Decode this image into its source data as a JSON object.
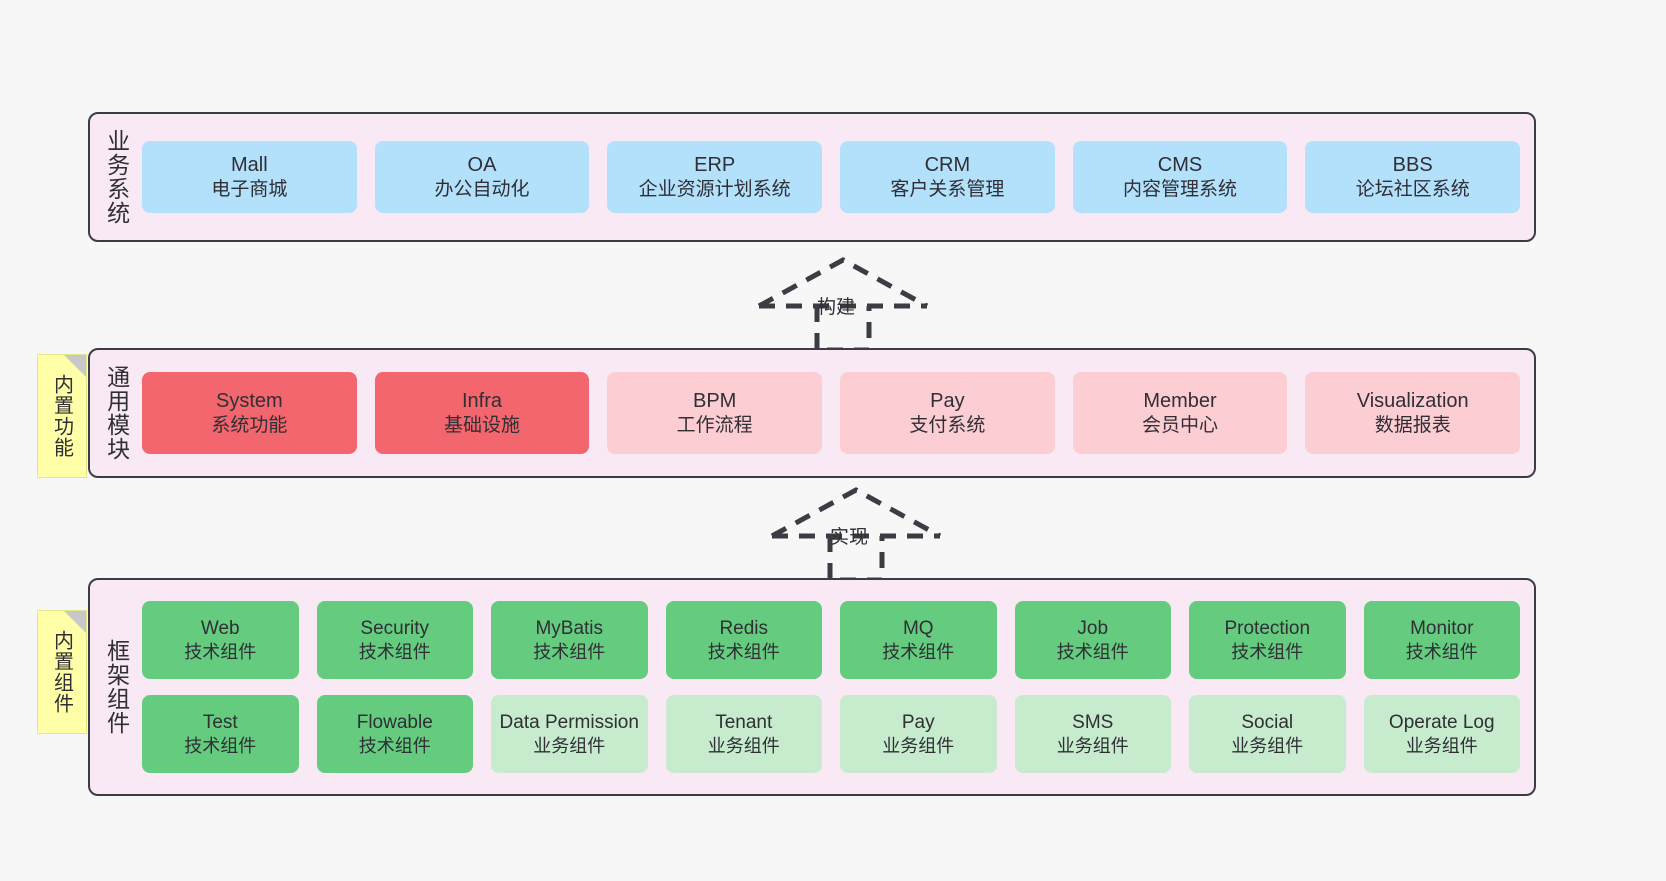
{
  "diagram": {
    "background_color": "#f7f7f7",
    "panel_color": "#f8e9f4",
    "panel_border_color": "#3c3c44",
    "note_color": "#ffffa8"
  },
  "layers": [
    {
      "id": "business",
      "title": "业务系统",
      "rows": [
        {
          "cells": [
            {
              "en": "Mall",
              "cn": "电子商城",
              "color": "#b3e0fb"
            },
            {
              "en": "OA",
              "cn": "办公自动化",
              "color": "#b3e0fb"
            },
            {
              "en": "ERP",
              "cn": "企业资源计划系统",
              "color": "#b3e0fb"
            },
            {
              "en": "CRM",
              "cn": "客户关系管理",
              "color": "#b3e0fb"
            },
            {
              "en": "CMS",
              "cn": "内容管理系统",
              "color": "#b3e0fb"
            },
            {
              "en": "BBS",
              "cn": "论坛社区系统",
              "color": "#b3e0fb"
            }
          ]
        }
      ]
    },
    {
      "id": "module",
      "title": "通用模块",
      "note": "内置功能",
      "rows": [
        {
          "cells": [
            {
              "en": "System",
              "cn": "系统功能",
              "color": "#f4666e"
            },
            {
              "en": "Infra",
              "cn": "基础设施",
              "color": "#f4666e"
            },
            {
              "en": "BPM",
              "cn": "工作流程",
              "color": "#fccdd3"
            },
            {
              "en": "Pay",
              "cn": "支付系统",
              "color": "#fccdd3"
            },
            {
              "en": "Member",
              "cn": "会员中心",
              "color": "#fccdd3"
            },
            {
              "en": "Visualization",
              "cn": "数据报表",
              "color": "#fccdd3"
            }
          ]
        }
      ]
    },
    {
      "id": "framework",
      "title": "框架组件",
      "note": "内置组件",
      "rows": [
        {
          "cells": [
            {
              "en": "Web",
              "cn": "技术组件",
              "color": "#64cb7f"
            },
            {
              "en": "Security",
              "cn": "技术组件",
              "color": "#64cb7f"
            },
            {
              "en": "MyBatis",
              "cn": "技术组件",
              "color": "#64cb7f"
            },
            {
              "en": "Redis",
              "cn": "技术组件",
              "color": "#64cb7f"
            },
            {
              "en": "MQ",
              "cn": "技术组件",
              "color": "#64cb7f"
            },
            {
              "en": "Job",
              "cn": "技术组件",
              "color": "#64cb7f"
            },
            {
              "en": "Protection",
              "cn": "技术组件",
              "color": "#64cb7f"
            },
            {
              "en": "Monitor",
              "cn": "技术组件",
              "color": "#64cb7f"
            }
          ]
        },
        {
          "cells": [
            {
              "en": "Test",
              "cn": "技术组件",
              "color": "#64cb7f"
            },
            {
              "en": "Flowable",
              "cn": "技术组件",
              "color": "#64cb7f"
            },
            {
              "en": "Data Permission",
              "cn": "业务组件",
              "color": "#c6ebcd"
            },
            {
              "en": "Tenant",
              "cn": "业务组件",
              "color": "#c6ebcd"
            },
            {
              "en": "Pay",
              "cn": "业务组件",
              "color": "#c6ebcd"
            },
            {
              "en": "SMS",
              "cn": "业务组件",
              "color": "#c6ebcd"
            },
            {
              "en": "Social",
              "cn": "业务组件",
              "color": "#c6ebcd"
            },
            {
              "en": "Operate Log",
              "cn": "业务组件",
              "color": "#c6ebcd"
            }
          ]
        }
      ]
    }
  ],
  "arrows": [
    {
      "id": "build",
      "label": "构建",
      "from": "module",
      "to": "business"
    },
    {
      "id": "impl",
      "label": "实现",
      "from": "framework",
      "to": "module"
    }
  ]
}
